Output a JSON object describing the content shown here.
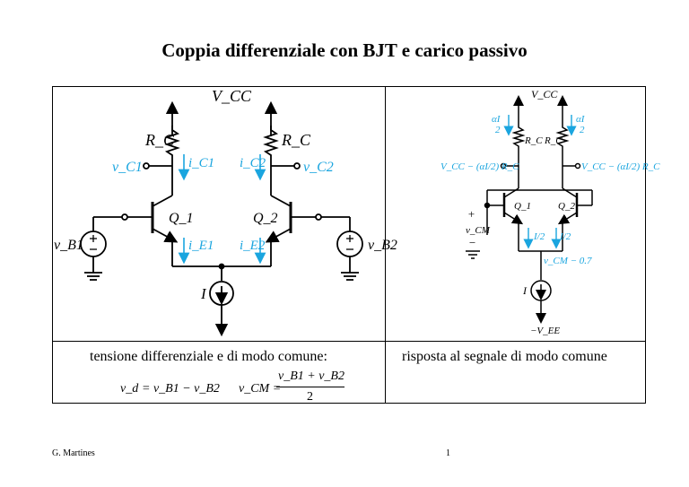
{
  "slide": {
    "title": "Coppia differenziale con BJT e carico passivo",
    "caption_left": "tensione differenziale e di modo comune:",
    "caption_right": "risposta al segnale di modo comune",
    "footer_author": "G. Martines",
    "footer_page": "1"
  },
  "formulas": {
    "vd_lhs": "v_d",
    "vd_rhs": "= v_B1 − v_B2",
    "vcm_lhs": "v_CM =",
    "vcm_num": "v_B1 + v_B2",
    "vcm_den": "2"
  },
  "left_circuit": {
    "vcc": "V_CC",
    "rc1": "R_C",
    "rc2": "R_C",
    "ic1": "i_C1",
    "ic2": "i_C2",
    "vc1": "v_C1",
    "vc2": "v_C2",
    "q1": "Q_1",
    "q2": "Q_2",
    "ie1": "i_E1",
    "ie2": "i_E2",
    "vb1": "v_B1",
    "vb2": "v_B2",
    "i": "I"
  },
  "right_circuit": {
    "vcc": "V_CC",
    "ai_left": "αI",
    "ai_right": "αI",
    "two": "2",
    "rc": "R_C",
    "vc_left": "V_CC − (αI/2) R_C",
    "vc_right": "V_CC − (αI/2) R_C",
    "q1": "Q_1",
    "q2": "Q_2",
    "vcm": "v_CM",
    "half_i_left": "I/2",
    "half_i_right": "I/2",
    "vcm_minus": "v_CM − 0.7",
    "i": "I",
    "vee": "−V_EE"
  }
}
